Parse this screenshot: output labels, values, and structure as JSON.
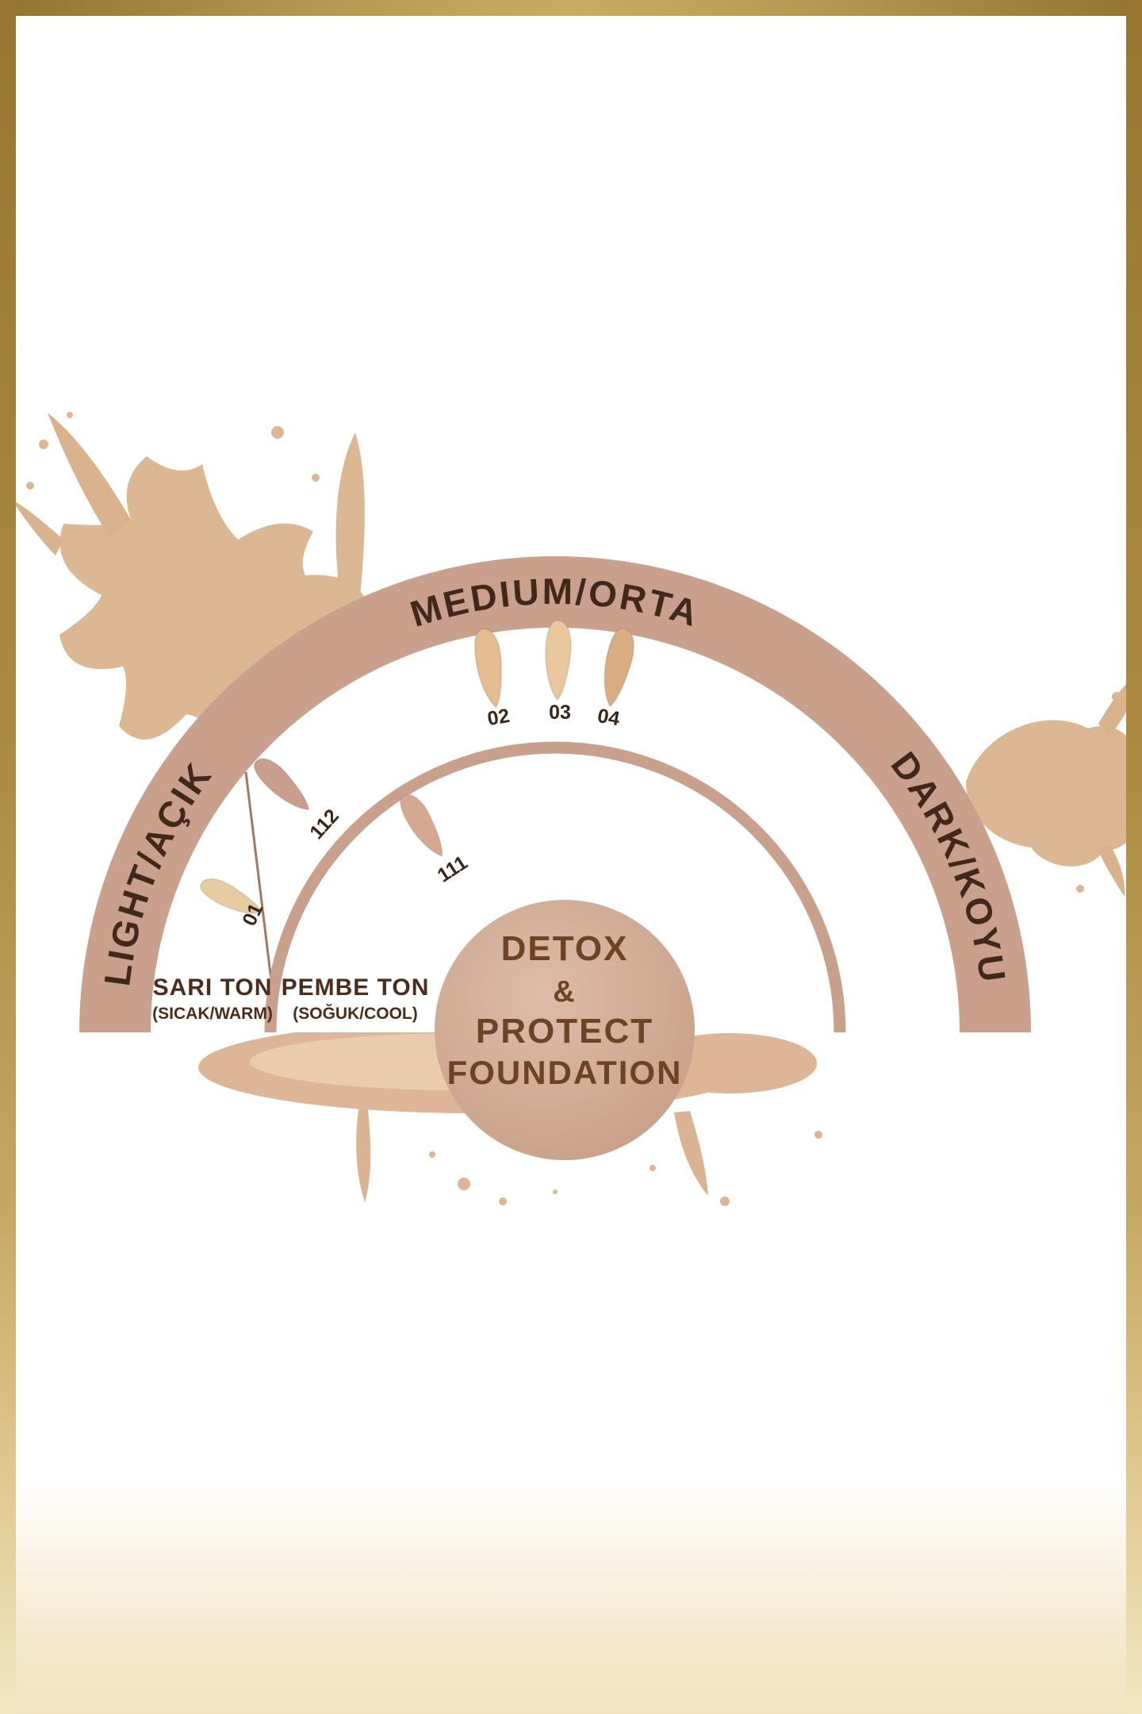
{
  "product": {
    "badge": {
      "line1": "DETOX",
      "line2": "&",
      "line3": "PROTECT",
      "line4": "FOUNDATION"
    }
  },
  "fan": {
    "arc_labels": {
      "light": "LIGHT/AÇIK",
      "medium": "MEDIUM/ORTA",
      "dark": "DARK/KOYU"
    },
    "tone_groups": {
      "warm": {
        "label": "SARI TON",
        "sublabel": "(SICAK/WARM)"
      },
      "cool": {
        "label": "PEMBE TON",
        "sublabel": "(SOĞUK/COOL)"
      }
    },
    "shades": {
      "s01": {
        "code": "01",
        "color": "#e7cba3"
      },
      "s112": {
        "code": "112",
        "color": "#c89e8c"
      },
      "s02": {
        "code": "02",
        "color": "#e3bc91"
      },
      "s03": {
        "code": "03",
        "color": "#e9c89f"
      },
      "s04": {
        "code": "04",
        "color": "#d9ae83"
      },
      "s111": {
        "code": "111",
        "color": "#d5a893"
      }
    },
    "colors": {
      "band": "#c9a08b",
      "badge_circle": "#cda58f",
      "dark_text": "#40281a",
      "brown_text": "#6d4325",
      "splash": "#dcb794"
    }
  }
}
